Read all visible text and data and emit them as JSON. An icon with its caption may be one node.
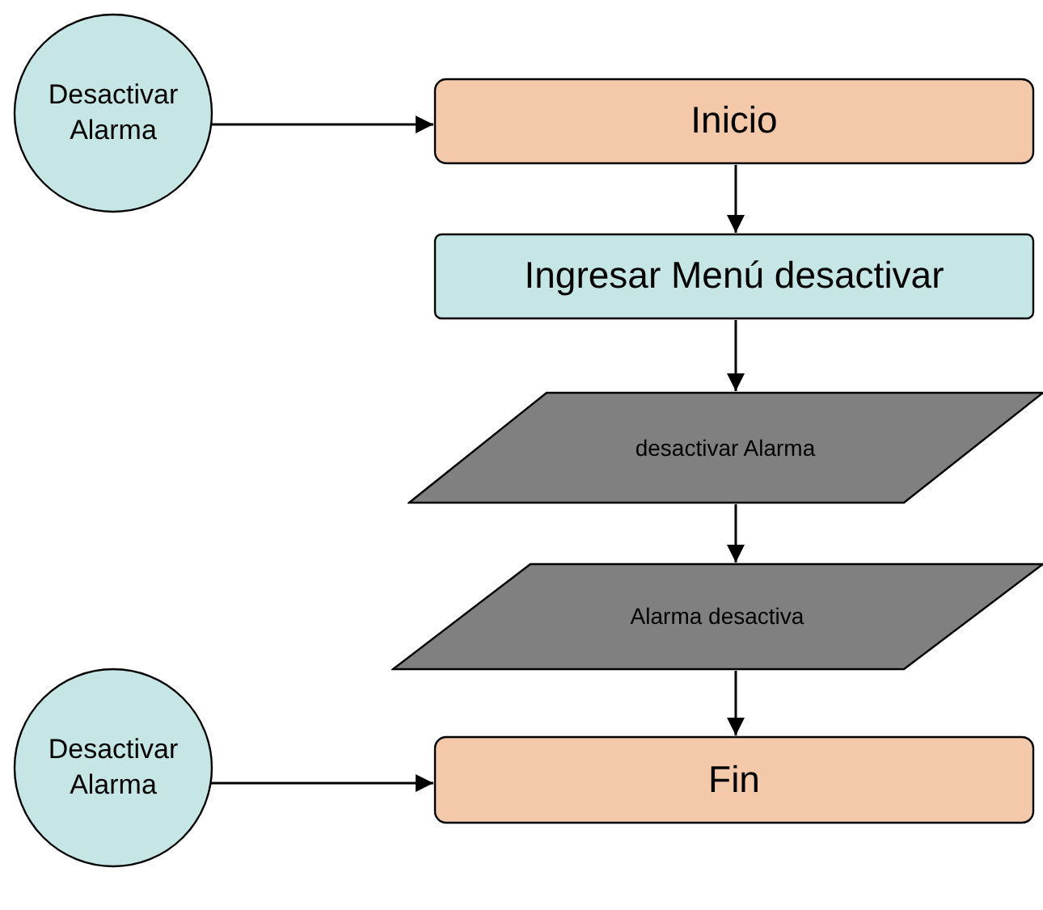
{
  "diagram": {
    "nodes": [
      {
        "text": [
          "Desactivar Alarma"
        ]
      },
      {
        "text": [
          "Inicio"
        ]
      },
      {
        "text": [
          "Ingresar Menú desactivar"
        ]
      },
      {
        "text": [
          "desactivar Alarma"
        ]
      },
      {
        "text": [
          "Alarma desactiva"
        ]
      },
      {
        "text": [
          "Desactivar Alarma"
        ]
      },
      {
        "text": [
          "Fin"
        ]
      }
    ],
    "edges": [
      {
        "from": 0,
        "to": 1,
        "arrow": "to"
      },
      {
        "from": 1,
        "to": 2,
        "arrow": "to"
      },
      {
        "from": 2,
        "to": 3,
        "arrow": "to"
      },
      {
        "from": 3,
        "to": 4,
        "arrow": "to"
      },
      {
        "from": 4,
        "to": 6,
        "arrow": "to"
      },
      {
        "from": 5,
        "to": 6,
        "arrow": "to"
      }
    ]
  }
}
